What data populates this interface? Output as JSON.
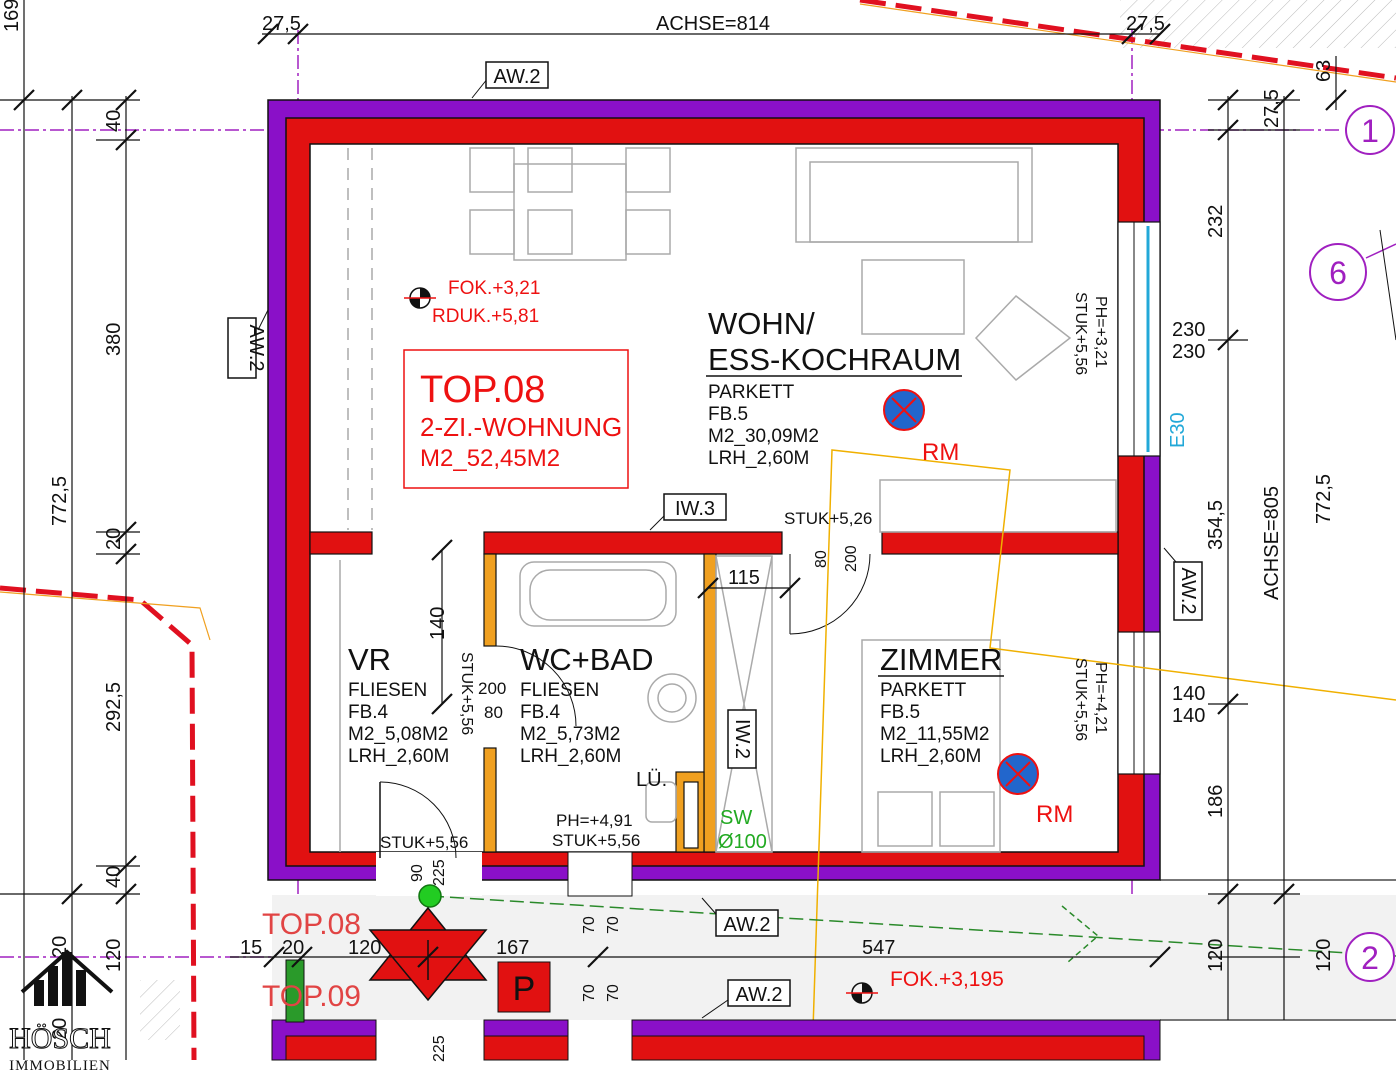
{
  "dims": {
    "top_left": "27,5",
    "top_axis": "ACHSE=814",
    "top_right": "27,5",
    "top_169": "169",
    "top_63": "63",
    "left_40a": "40",
    "left_380": "380",
    "left_7725": "772,5",
    "left_20a": "20",
    "left_2925": "292,5",
    "left_40b": "40",
    "left_120": "120",
    "left_20b": "20",
    "right_275": "27,5",
    "right_232": "232",
    "right_230a": "230",
    "right_230b": "230",
    "right_3545": "354,5",
    "right_axis": "ACHSE=805",
    "right_7725": "772,5",
    "right_140a": "140",
    "right_140b": "140",
    "right_186": "186",
    "right_120a": "120",
    "right_120b": "120",
    "inner_115": "115",
    "inner_140": "140",
    "inner_80a": "80",
    "inner_200a": "200",
    "inner_200b": "200",
    "inner_80b": "80",
    "inner_90": "90",
    "inner_225": "225",
    "inner_70a": "70",
    "inner_70b": "70",
    "inner_70c": "70",
    "inner_70d": "70",
    "bot_15": "15",
    "bot_20": "20",
    "bot_120": "120",
    "bot_167": "167",
    "bot_547": "547",
    "bot_20b": "20",
    "bot_225": "225",
    "e30": "E30"
  },
  "tags": {
    "aw_top": "AW.2",
    "aw_left": "AW.2",
    "aw_right": "AW.2",
    "aw_bottom": "AW.2",
    "aw_bottom2": "AW.2",
    "iw3": "IW.3",
    "iw2": "IW.2"
  },
  "axes": {
    "a1": "1",
    "a2": "2",
    "a6": "6"
  },
  "levels": {
    "fok": "FOK.+3,21",
    "rduk": "RDUK.+5,81",
    "fok_bottom": "FOK.+3,195"
  },
  "unit": {
    "title": "TOP.08",
    "type": "2-ZI.-WOHNUNG",
    "area": "M2_52,45M2"
  },
  "rooms": {
    "wohn_name1": "WOHN/",
    "wohn_name2": "ESS-KOCHRAUM",
    "wohn_floor": "PARKETT",
    "wohn_fb": "FB.5",
    "wohn_area": "M2_30,09M2",
    "wohn_lrh": "LRH_2,60M",
    "vr_name": "VR",
    "vr_floor": "FLIESEN",
    "vr_fb": "FB.4",
    "vr_area": "M2_5,08M2",
    "vr_lrh": "LRH_2,60M",
    "bad_name": "WC+BAD",
    "bad_floor": "FLIESEN",
    "bad_fb": "FB.4",
    "bad_area": "M2_5,73M2",
    "bad_lrh": "LRH_2,60M",
    "zim_name": "ZIMMER",
    "zim_floor": "PARKETT",
    "zim_fb": "FB.5",
    "zim_area": "M2_11,55M2",
    "zim_lrh": "LRH_2,60M"
  },
  "notes": {
    "rm1": "RM",
    "rm2": "RM",
    "stuk_526": "STUK+5,26",
    "stuk_556a": "STUK+5,56",
    "stuk_556b": "STUK+5,56",
    "stuk_556_vr": "STUK+5,56",
    "ph_491": "PH=+4,91",
    "ph_321": "PH=+3,21",
    "stuk_556_w1": "STUK+5,56",
    "ph_421": "PH=+4,21",
    "stuk_556_w2": "STUK+5,56",
    "lue": "LÜ.",
    "sw": "SW",
    "sw_d": "Ø100",
    "top08": "TOP.08",
    "top09": "TOP.09"
  },
  "logo": {
    "line1": "HÖSCH",
    "line2": "IMMOBILIEN"
  },
  "colors": {
    "wall_red": "#e11111",
    "wall_purple": "#8a10c8",
    "axis_purple": "#a020c0",
    "dim_green": "#2a8a2a",
    "orange": "#f0a020"
  }
}
